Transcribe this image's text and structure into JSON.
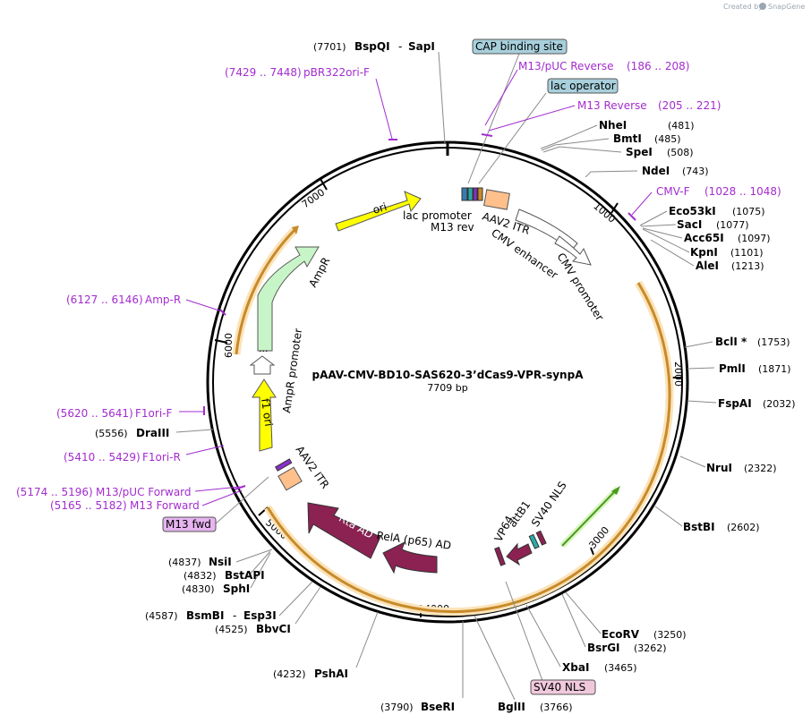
{
  "brand": {
    "created_by": "Created by",
    "app": "SnapGene"
  },
  "plasmid": {
    "name": "pAAV-CMV-BD10-SAS620-3’dCas9-VPR-synpA",
    "length": "7709 bp"
  },
  "ticks": [
    "1000",
    "2000",
    "3000",
    "4000",
    "5000",
    "6000",
    "7000"
  ],
  "sites": [
    {
      "pos": "(7701)",
      "name": "BspQI",
      "sep": "-",
      "name2": "SapI"
    },
    {
      "name": "NheI",
      "pos": "(481)"
    },
    {
      "name": "BmtI",
      "pos": "(485)"
    },
    {
      "name": "SpeI",
      "pos": "(508)"
    },
    {
      "name": "NdeI",
      "pos": "(743)"
    },
    {
      "name": "Eco53kI",
      "pos": "(1075)"
    },
    {
      "name": "SacI",
      "pos": "(1077)"
    },
    {
      "name": "Acc65I",
      "pos": "(1097)"
    },
    {
      "name": "KpnI",
      "pos": "(1101)"
    },
    {
      "name": "AleI",
      "pos": "(1213)"
    },
    {
      "name": "BclI *",
      "pos": "(1753)"
    },
    {
      "name": "PmlI",
      "pos": "(1871)"
    },
    {
      "name": "FspAI",
      "pos": "(2032)"
    },
    {
      "name": "NruI",
      "pos": "(2322)"
    },
    {
      "name": "BstBI",
      "pos": "(2602)"
    },
    {
      "name": "EcoRV",
      "pos": "(3250)"
    },
    {
      "name": "BsrGI",
      "pos": "(3262)"
    },
    {
      "name": "XbaI",
      "pos": "(3465)"
    },
    {
      "name": "BglII",
      "pos": "(3766)"
    },
    {
      "pos": "(3790)",
      "name": "BseRI"
    },
    {
      "pos": "(4232)",
      "name": "PshAI"
    },
    {
      "pos": "(4525)",
      "name": "BbvCI"
    },
    {
      "pos": "(4587)",
      "name": "BsmBI",
      "sep": "-",
      "name2": "Esp3I"
    },
    {
      "pos": "(4830)",
      "name": "SphI"
    },
    {
      "pos": "(4832)",
      "name": "BstAPI"
    },
    {
      "pos": "(4837)",
      "name": "NsiI"
    },
    {
      "pos": "(5556)",
      "name": "DraIII"
    }
  ],
  "primers": [
    {
      "pos": "(7429 .. 7448)",
      "name": "pBR322ori-F"
    },
    {
      "name": "M13/pUC Reverse",
      "pos": "(186 .. 208)"
    },
    {
      "name": "M13 Reverse",
      "pos": "(205 .. 221)"
    },
    {
      "name": "CMV-F",
      "pos": "(1028 .. 1048)"
    },
    {
      "pos": "(6127 .. 6146)",
      "name": "Amp-R"
    },
    {
      "pos": "(5620 .. 5641)",
      "name": "F1ori-F"
    },
    {
      "pos": "(5410 .. 5429)",
      "name": "F1ori-R"
    },
    {
      "pos": "(5174 .. 5196)",
      "name": "M13/pUC Forward"
    },
    {
      "pos": "(5165 .. 5182)",
      "name": "M13 Forward"
    }
  ],
  "boxes": {
    "cap": "CAP binding site",
    "lac_operator": "lac operator",
    "m13fwd": "M13 fwd",
    "sv40_box": "SV40 NLS"
  },
  "features": {
    "lac_promoter": "lac promoter",
    "m13rev": "M13 rev",
    "aav2_itr_top": "AAV2 ITR",
    "cmv_enhancer": "CMV enhancer",
    "cmv_promoter": "CMV promoter",
    "ori": "ori",
    "ampr": "AmpR",
    "ampr_promoter": "AmpR promoter",
    "f1_ori": "f1 ori",
    "aav2_itr_bottom": "AAV2 ITR",
    "rta_ad": "Rta AD",
    "rela_ad": "RelA (p65) AD",
    "vp64": "VP64",
    "attb1": "attB1",
    "sv40_nls": "SV40 NLS",
    "dots": "..."
  },
  "colors": {
    "primer": "#a32ccf",
    "cds_dark": "#8b2252",
    "ori_yellow": "#ffff00",
    "ampr_green": "#c8f5c8",
    "itr_orange": "#ffc08c",
    "cas9_orange": "#f5a623",
    "box_blue": "#a8d0dc",
    "box_pink": "#f0c8dc",
    "box_violet": "#e6b4f0"
  }
}
